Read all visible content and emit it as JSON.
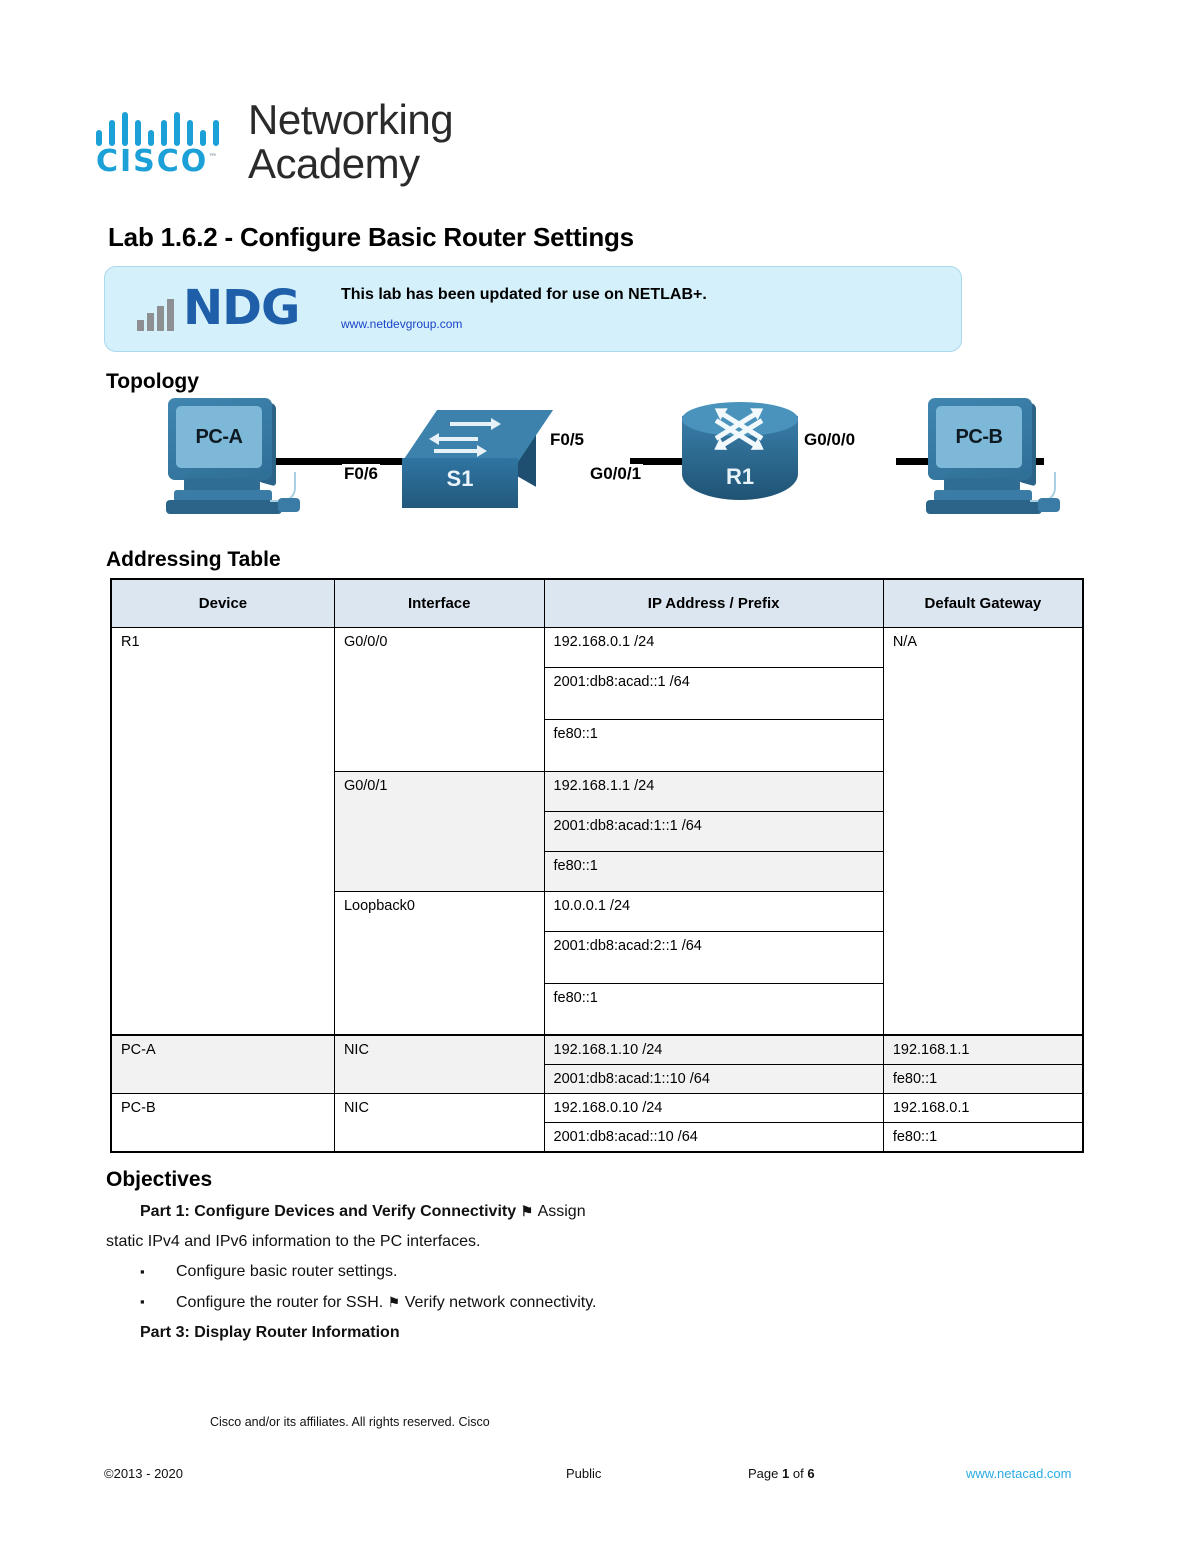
{
  "logo": {
    "brand": "CISCO",
    "tm": "™",
    "word1": "Networking",
    "word2": "Academy",
    "accent_color": "#1ba0d7"
  },
  "title": "Lab 1.6.2 - Configure Basic Router Settings",
  "ndg_banner": {
    "logo_text": "NDG",
    "headline": "This lab has been updated for use on NETLAB+.",
    "url": "www.netdevgroup.com",
    "background": "#d4f0fb",
    "logo_color": "#1f5fa9",
    "url_color": "#1a44c7"
  },
  "sections": {
    "topology": "Topology",
    "addressing": "Addressing Table",
    "objectives": "Objectives"
  },
  "topology": {
    "pc_a": "PC-A",
    "pc_b": "PC-B",
    "switch": "S1",
    "router": "R1",
    "labels": {
      "f0_6": "F0/6",
      "f0_5": "F0/5",
      "g0_0_1": "G0/0/1",
      "g0_0_0": "G0/0/0"
    }
  },
  "addressing_table": {
    "headers": [
      "Device",
      "Interface",
      "IP Address / Prefix",
      "Default Gateway"
    ],
    "rows": [
      {
        "device": "R1",
        "interface": "G0/0/0",
        "ips": [
          "192.168.0.1 /24",
          "2001:db8:acad::1 /64",
          "fe80::1"
        ],
        "gateway": "N/A",
        "shaded": false
      },
      {
        "device": "",
        "interface": "G0/0/1",
        "ips": [
          "192.168.1.1 /24",
          "2001:db8:acad:1::1 /64",
          "fe80::1"
        ],
        "gateway": "",
        "shaded": true
      },
      {
        "device": "",
        "interface": "Loopback0",
        "ips": [
          "10.0.0.1 /24",
          "2001:db8:acad:2::1 /64",
          "fe80::1"
        ],
        "gateway": "",
        "shaded": false
      },
      {
        "device": "PC-A",
        "interface": "NIC",
        "ips": [
          "192.168.1.10 /24",
          "2001:db8:acad:1::10 /64"
        ],
        "gateways": [
          "192.168.1.1",
          "fe80::1"
        ],
        "shaded": true
      },
      {
        "device": "PC-B",
        "interface": "NIC",
        "ips": [
          "192.168.0.10 /24",
          "2001:db8:acad::10 /64"
        ],
        "gateways": [
          "192.168.0.1",
          "fe80::1"
        ],
        "shaded": false
      }
    ],
    "header_background": "#dce6f1",
    "shaded_background": "#f2f2f2"
  },
  "objectives": {
    "part1_heading": "Part 1: Configure Devices and Verify Connectivity",
    "part1_flag": "⚑",
    "part1_tail": "Assign",
    "part1_continuation": "static IPv4 and IPv6 information to the PC interfaces.",
    "bullet_marker": "▪",
    "bullets": [
      "Configure basic router settings.",
      "Configure the router for SSH."
    ],
    "bullet2_flag": "⚑",
    "bullet2_tail": "Verify network connectivity.",
    "part3_heading": "Part 3: Display Router Information"
  },
  "footer": {
    "copyright_line": "Cisco and/or its affiliates. All rights reserved. Cisco",
    "copyright_glyph": "©",
    "years": "2013 - 2020",
    "classification": "Public",
    "page_prefix": "Page",
    "page_number": "1",
    "page_of": "of",
    "page_total": "6",
    "site": "www.netacad.com",
    "site_color": "#29abe2"
  }
}
